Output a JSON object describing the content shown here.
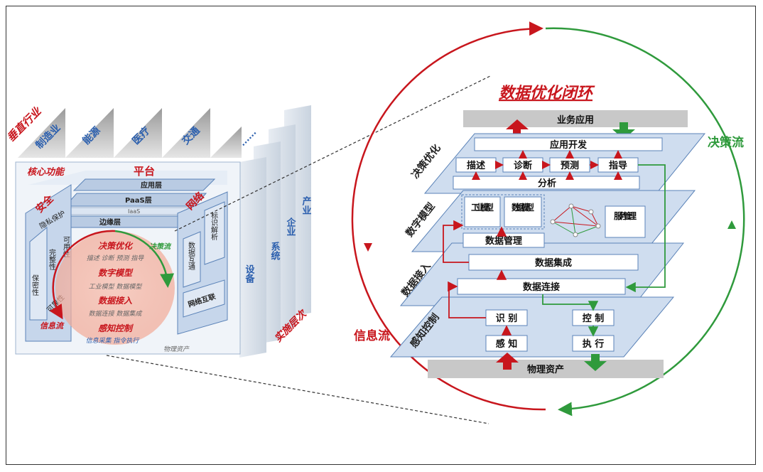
{
  "colors": {
    "red": "#c8161d",
    "green": "#2f9a3c",
    "blue_text": "#2b5fae",
    "layer_fill": "#cfddef",
    "layer_stroke": "#5b83b8",
    "gray_bar": "#c8c8c8",
    "box_border": "#5b83b8"
  },
  "left": {
    "industry_label": "垂直行业",
    "industries": [
      "制造业",
      "能源",
      "医疗",
      "交通",
      "......"
    ],
    "core_function": "核心功能",
    "platform": "平台",
    "platform_layers": [
      "应用层",
      "PaaS层",
      "IaaS",
      "边缘层"
    ],
    "security": "安全",
    "privacy": "隐私保护",
    "security_props": [
      "保密性",
      "完整性",
      "可用性",
      "可靠性"
    ],
    "network": "网络",
    "network_items": [
      "标识解析",
      "数据互通",
      "网络互联"
    ],
    "loop": {
      "decision": "决策优化",
      "decision_sub": "描述 诊断 预测 指导",
      "model": "数字模型",
      "model_sub": "工业模型   数据模型",
      "access": "数据接入",
      "access_sub": "数据连接  数据集成",
      "sense": "感知控制",
      "sense_sub": "信息采集  指令执行",
      "decision_flow": "决策流",
      "info_flow": "信息流"
    },
    "physical": "物理资产",
    "impl_levels": [
      "设备",
      "系统",
      "企业",
      "产业"
    ],
    "impl_label": "实施层次"
  },
  "right": {
    "title": "数据优化闭环",
    "business_app": "业务应用",
    "decision_flow": "决策流",
    "info_flow": "信息流",
    "layer_decision": "决策优化",
    "app_dev": "应用开发",
    "analysis_boxes": [
      "描述",
      "诊断",
      "预测",
      "指导"
    ],
    "analysis": "分析",
    "layer_model": "数字模型",
    "industrial_model": "工业模型",
    "data_model": "数据模型",
    "service_mgmt": "服务管理",
    "data_mgmt": "数据管理",
    "layer_access": "数据接入",
    "data_integration": "数据集成",
    "data_connection": "数据连接",
    "layer_sense": "感知控制",
    "recognize": "识 别",
    "control": "控 制",
    "sense": "感 知",
    "execute": "执 行",
    "physical_assets": "物理资产"
  }
}
